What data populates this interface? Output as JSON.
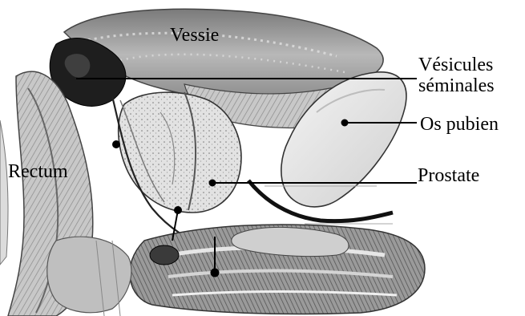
{
  "figure": {
    "labels": {
      "vessie": "Vessie",
      "vesicules_line1": "Vésicules",
      "vesicules_line2": "séminales",
      "os_pubien": "Os pubien",
      "rectum": "Rectum",
      "prostate": "Prostate"
    },
    "colors": {
      "background": "#ffffff",
      "ink": "#000000",
      "tissue_light": "#e4e4e4",
      "tissue_mid": "#a8a8a8",
      "tissue_dark": "#5a5a5a"
    }
  }
}
